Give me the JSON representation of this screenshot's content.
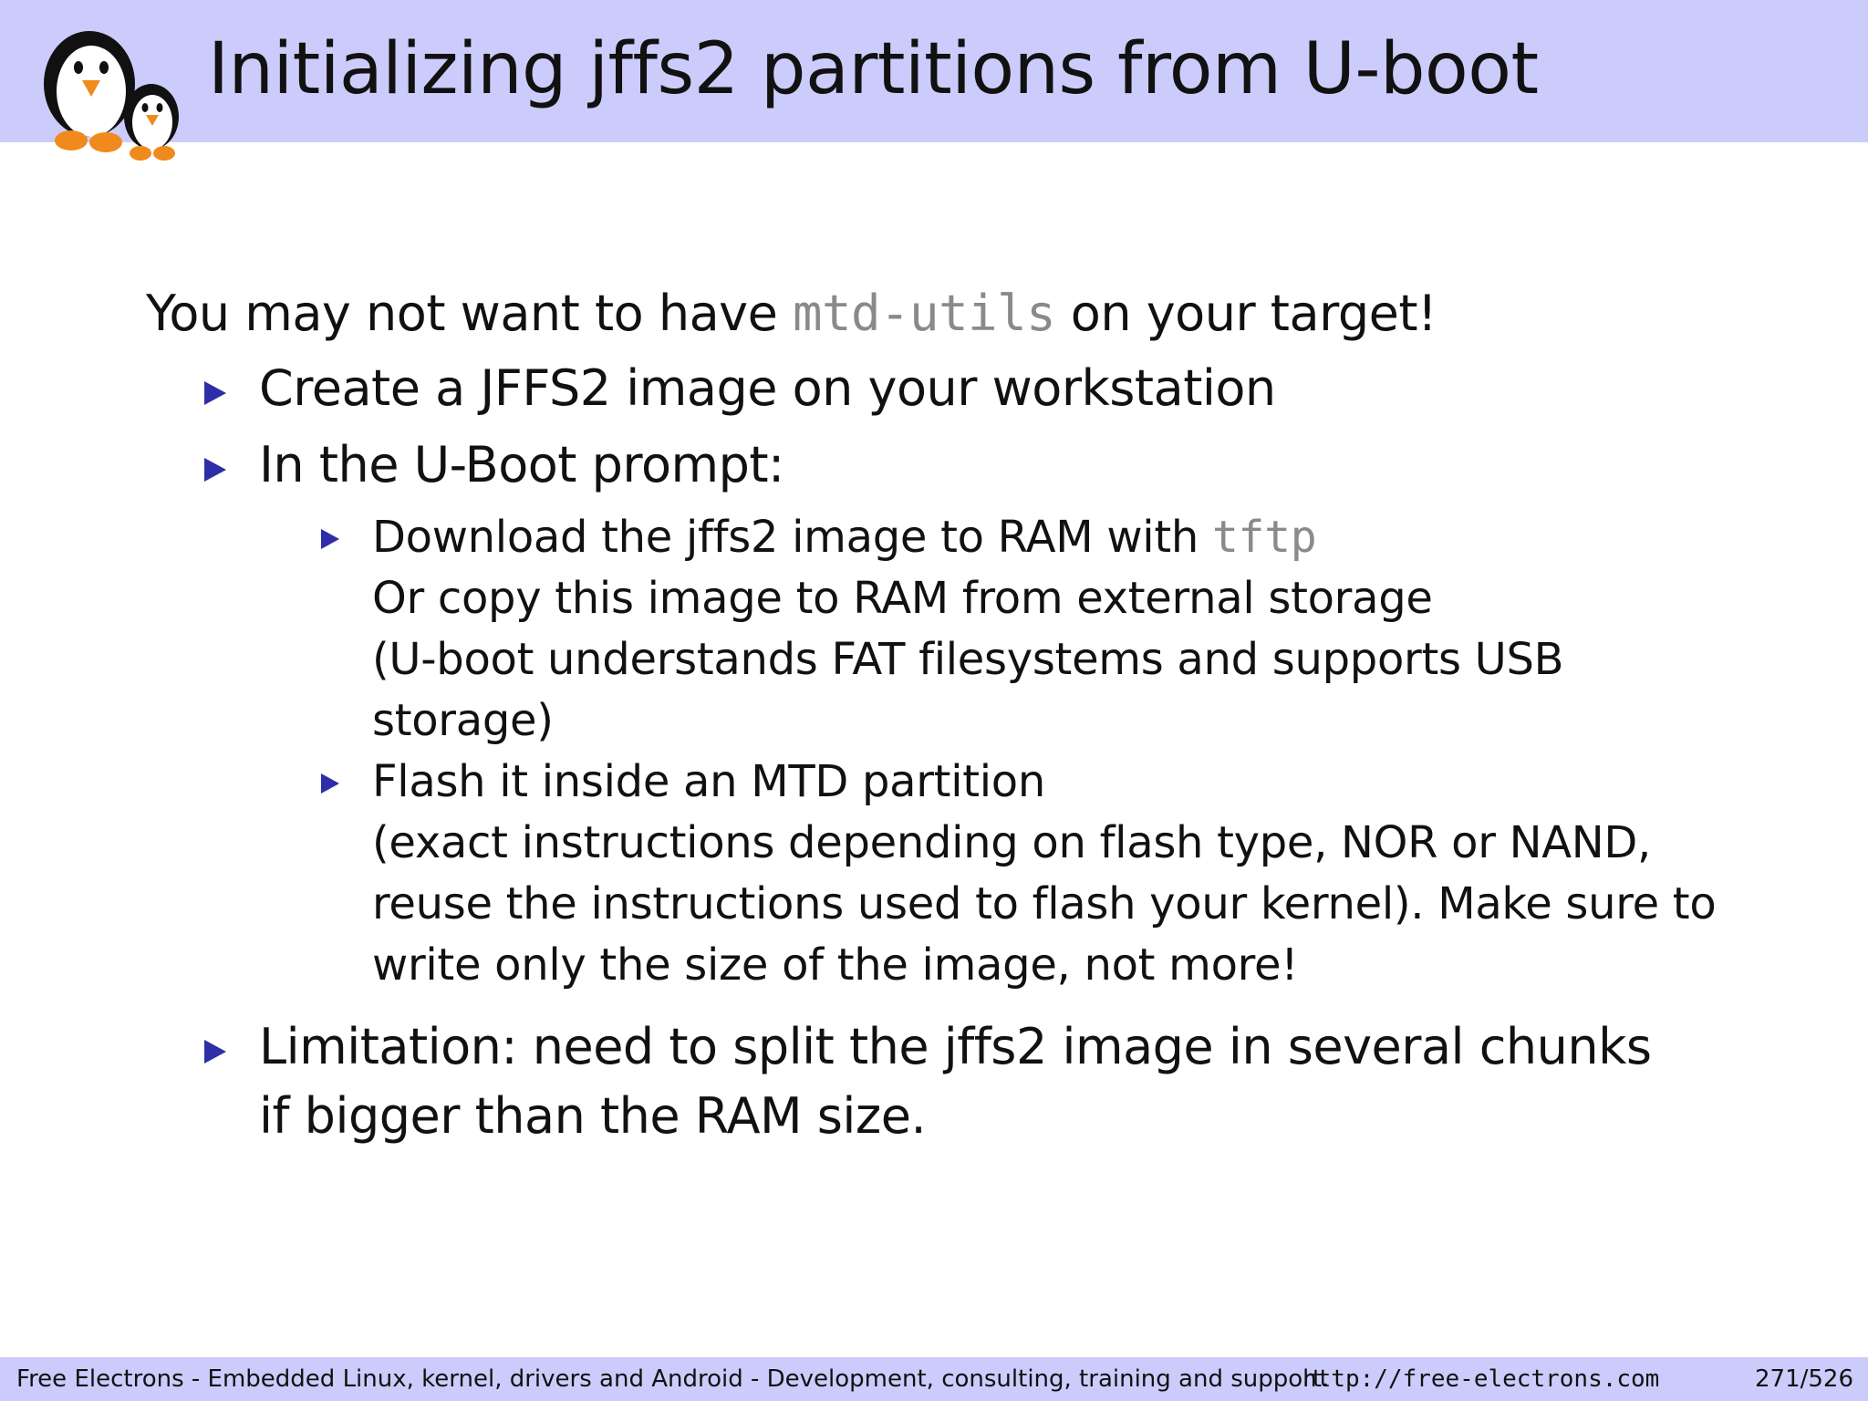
{
  "title": "Initializing jffs2 partitions from U-boot",
  "logo": {
    "icon": "penguins-logo-icon"
  },
  "intro": {
    "before": "You may not want to have ",
    "code": "mtd-utils",
    "after": " on your target!"
  },
  "bullets": {
    "b1": "Create a JFFS2 image on your workstation",
    "b2": "In the U-Boot prompt:",
    "b2_sub1": {
      "line1_text": "Download the jffs2 image to RAM with ",
      "line1_code": "tftp",
      "line2": "Or copy this image to RAM from external storage",
      "line3": "(U-boot understands FAT filesystems and supports USB",
      "line4": "storage)"
    },
    "b2_sub2": {
      "line1": "Flash it inside an MTD partition",
      "line2": "(exact instructions depending on flash type, NOR or NAND,",
      "line3": "reuse the instructions used to flash your kernel). Make sure to",
      "line4": "write only the size of the image, not more!"
    },
    "b3": {
      "line1": "Limitation: need to split the jffs2 image in several chunks",
      "line2": "if bigger than the RAM size."
    }
  },
  "footer": {
    "text": "Free Electrons - Embedded Linux, kernel, drivers and Android - Development, consulting, training and support.",
    "url": "http://free-electrons.com",
    "page": "271/526"
  },
  "colors": {
    "band": "#ccccfc",
    "bullet": "#2e2ea8",
    "code": "#8a8a8a"
  }
}
